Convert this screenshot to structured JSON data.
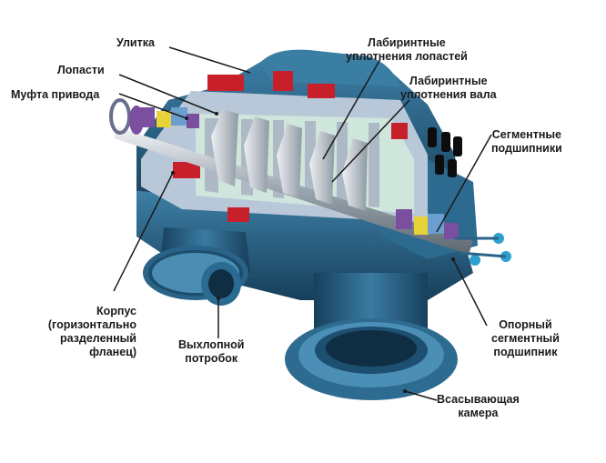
{
  "labels": {
    "volute": "Улитка",
    "blades": "Лопасти",
    "coupling": "Муфта привода",
    "blade_seals": "Лабиринтные\nуплотнения лопастей",
    "shaft_seals": "Лабиринтные\nуплотнения вала",
    "segment_bearings": "Сегментные\nподшипники",
    "casing": "Корпус\n(горизонтально\nразделенный\nфланец)",
    "exhaust": "Выхлопной\nпотробок",
    "thrust_bearing": "Опорный\nсегментный\nподшипник",
    "suction": "Всасывающая\nкамера"
  },
  "colors": {
    "casing_dark": "#1f4f6e",
    "casing_mid": "#2f6f94",
    "casing_light": "#4f93b8",
    "cut_face": "#b9c8d8",
    "inner_cavity": "#cfe6dc",
    "seal_red": "#c8202a",
    "rotor_steel": "#c8d0d8",
    "purple_part": "#7a4fa0",
    "yellow_part": "#e8d23a",
    "leader": "#1a1a1a"
  }
}
